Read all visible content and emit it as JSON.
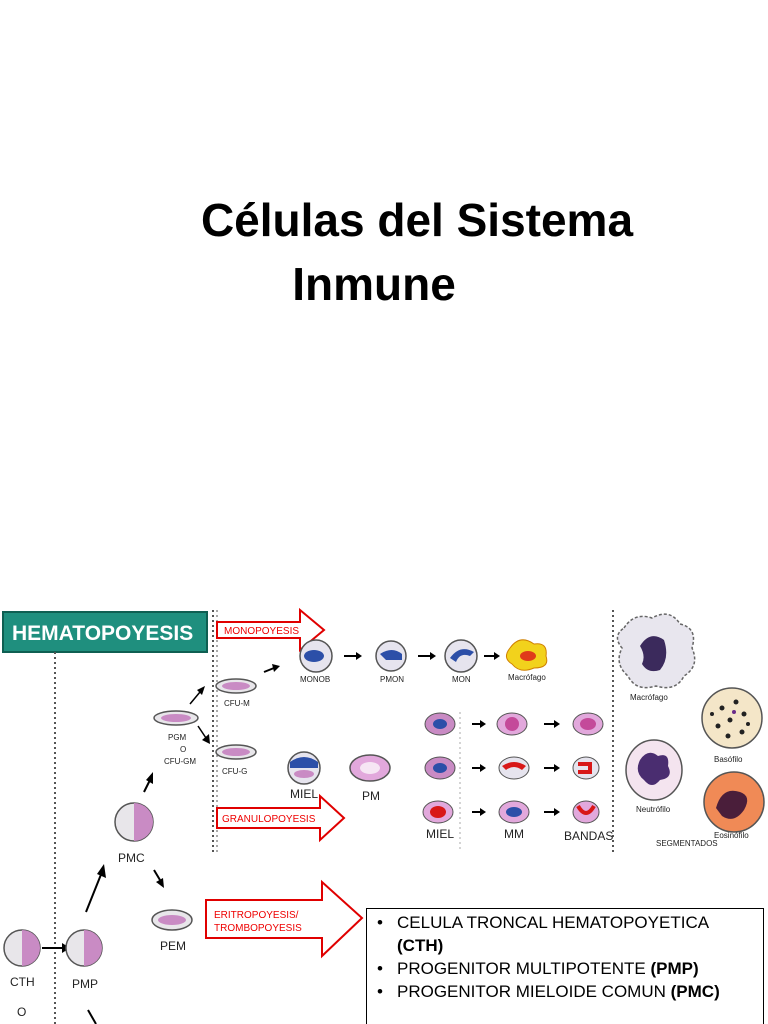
{
  "title": {
    "line1": "Células del Sistema",
    "line2": "Inmune"
  },
  "diagram": {
    "header": "HEMATOPOYESIS",
    "arrows": {
      "monopoyesis": "MONOPOYESIS",
      "granulopoyesis": "GRANULOPOYESIS",
      "eritropoyesis_l1": "ERITROPOYESIS/",
      "eritropoyesis_l2": "TROMBOPOYESIS"
    },
    "cells": {
      "cth": "CTH",
      "cth_o": "O",
      "pmp": "PMP",
      "pmc": "PMC",
      "pem": "PEM",
      "pgm": "PGM",
      "pgm_o": "O",
      "cfu_gm": "CFU-GM",
      "cfu_m": "CFU-M",
      "cfu_g": "CFU-G",
      "monob": "MONOB",
      "pmon": "PMON",
      "mon": "MON",
      "macrofago_small": "Macrófago",
      "miel_row": "MIEL",
      "pm": "PM",
      "miel": "MIEL",
      "mm": "MM",
      "bandas": "BANDAS",
      "macrofago": "Macrófago",
      "basofilo": "Basófilo",
      "neutrofilo": "Neutrófilo",
      "eosinofilo": "Eosinófilo",
      "segmentados": "SEGMENTADOS"
    },
    "colors": {
      "header_bg": "#1f8f7e",
      "arrow_red": "#e00000",
      "cell_pink": "#c98bc4",
      "nucleus_blue": "#2c4fa8"
    }
  },
  "legend": {
    "items": [
      {
        "text": "CELULA TRONCAL HEMATOPOYETICA",
        "bold": "(CTH)"
      },
      {
        "text": "PROGENITOR MULTIPOTENTE",
        "bold": "(PMP)"
      },
      {
        "text": "PROGENITOR MIELOIDE COMUN",
        "bold": "(PMC)"
      }
    ]
  }
}
